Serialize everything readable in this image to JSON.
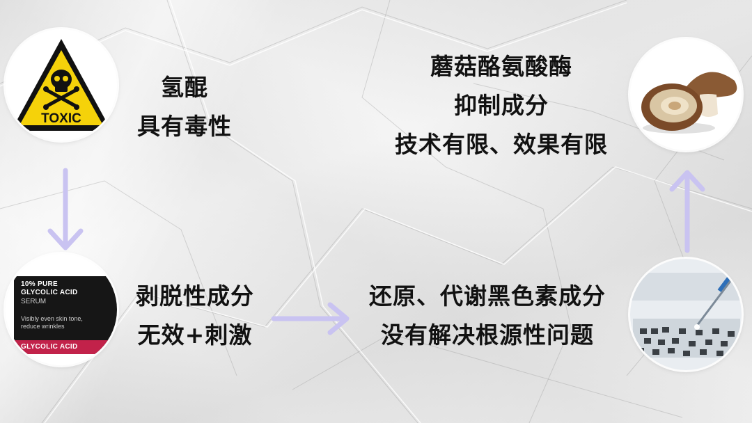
{
  "nodes": {
    "toxic": {
      "icon": "toxic-warning-icon",
      "badge_text": "TOXIC",
      "lines": [
        "氢醌",
        "具有毒性"
      ]
    },
    "mushroom": {
      "icon": "mushroom-image",
      "lines": [
        "蘑菇酪氨酸酶",
        "抑制成分",
        "技术有限、效果有限"
      ]
    },
    "serum": {
      "icon": "serum-box-image",
      "box": {
        "line1": "10% PURE",
        "line2": "GLYCOLIC ACID",
        "line3": "SERUM",
        "line4": "Visibly even skin tone,",
        "line5": "reduce wrinkles",
        "bar": "GLYCOLIC ACID"
      },
      "lines": [
        "剥脱性成分",
        "无效+刺激"
      ]
    },
    "lab": {
      "icon": "lab-pipette-image",
      "lines": [
        "还原、代谢黑色素成分",
        "没有解决根源性问题"
      ]
    }
  },
  "colors": {
    "arrow": "#c9c3f1",
    "toxic_yellow": "#f5d20a",
    "serum_accent": "#c2224a"
  }
}
